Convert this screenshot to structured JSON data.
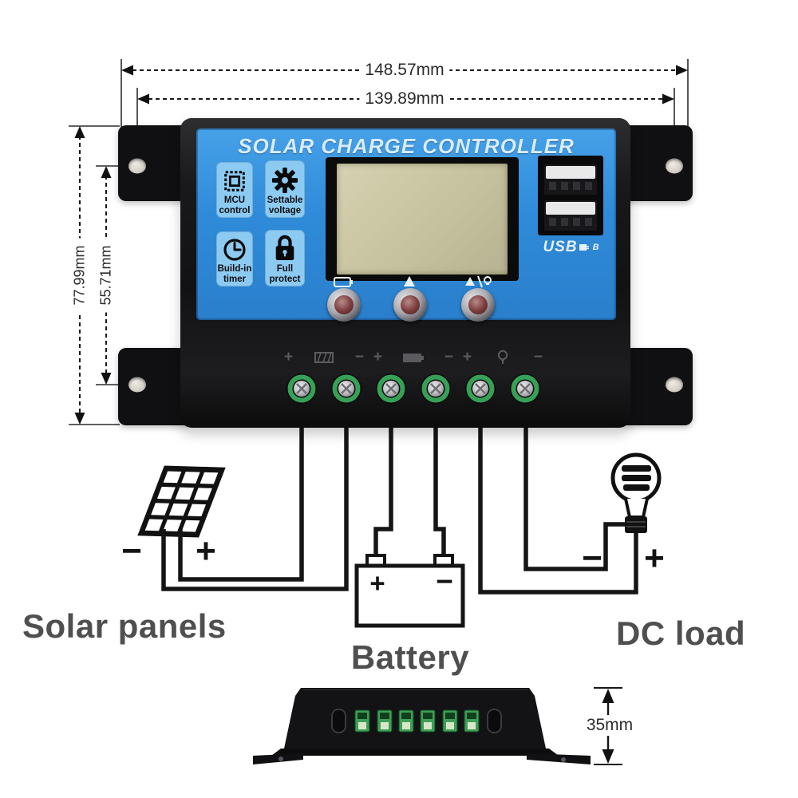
{
  "dimensions": {
    "top_outer": "148.57mm",
    "top_inner": "139.89mm",
    "left_outer": "77.99mm",
    "left_inner": "55.71mm",
    "side_height": "35mm"
  },
  "controller": {
    "title": "SOLAR CHARGE CONTROLLER",
    "features": [
      {
        "icon": "mcu-chip-icon",
        "label": "MCU control"
      },
      {
        "icon": "gear-icon",
        "label": "Settable voltage"
      },
      {
        "icon": "clock-icon",
        "label": "Build-in timer"
      },
      {
        "icon": "padlock-icon",
        "label": "Full protect"
      }
    ],
    "buttons": [
      {
        "icon": "battery-indicator-icon"
      },
      {
        "icon": "up-arrow-icon"
      },
      {
        "icon": "up-arrow-lamp-icon"
      }
    ],
    "usb": {
      "label": "USB",
      "suffix": "B"
    },
    "terminal_labels": [
      {
        "plus": "+",
        "icon": "solar-panel-icon",
        "minus": "−"
      },
      {
        "plus": "+",
        "icon": "battery-icon",
        "minus": "−"
      },
      {
        "plus": "+",
        "icon": "bulb-icon",
        "minus": "−"
      }
    ]
  },
  "diagram": {
    "solar": {
      "label": "Solar panels",
      "minus": "−",
      "plus": "+"
    },
    "battery": {
      "label": "Battery",
      "plus": "+",
      "minus": "−"
    },
    "load": {
      "label": "DC load",
      "minus": "−",
      "plus": "+"
    }
  },
  "colors": {
    "face_blue": "#2f8bd9",
    "badge_blue": "#8ccaf2",
    "lcd_khaki": "#c9c5a2",
    "terminal_green": "#3aa257",
    "body_black": "#151517",
    "wire_black": "#151515",
    "label_gray": "#4f4f4f"
  }
}
